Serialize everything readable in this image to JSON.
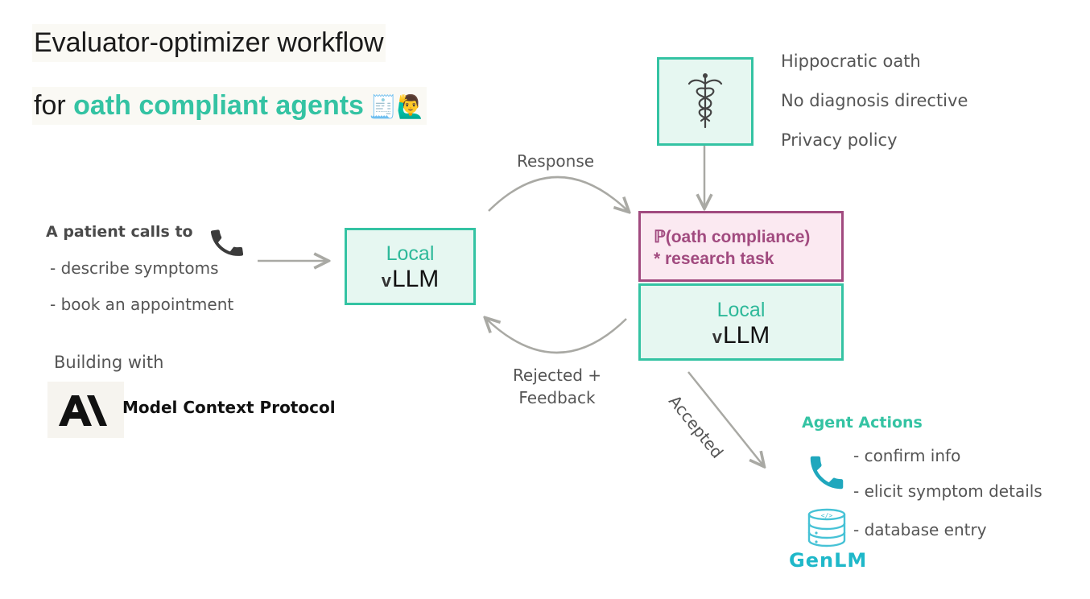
{
  "title": {
    "line1": "Evaluator-optimizer workflow",
    "line2_prefix": "for ",
    "line2_accent": "oath compliant agents",
    "line2_emoji": "🧾🙋‍♂️"
  },
  "patient": {
    "heading": "A patient calls to",
    "items": [
      "- describe symptoms",
      "- book an appointment"
    ]
  },
  "building": {
    "label": "Building with",
    "mcp_label": "Model Context Protocol"
  },
  "local_box_1": {
    "line1": "Local",
    "v_glyph": "v",
    "line2": "LLM"
  },
  "local_box_2": {
    "line1": "Local",
    "v_glyph": "v",
    "line2": "LLM"
  },
  "compliance": {
    "line1": "ℙ(oath compliance)",
    "line2": "* research task"
  },
  "policies": [
    "Hippocratic oath",
    "No diagnosis directive",
    "Privacy policy"
  ],
  "edges": {
    "response": "Response",
    "rejected_line1": "Rejected +",
    "rejected_line2": "Feedback",
    "accepted": "Accepted"
  },
  "agent_actions": {
    "title": "Agent Actions",
    "items": [
      "- confirm info",
      "- elicit symptom details",
      "- database entry"
    ],
    "brand": "GenLM"
  },
  "colors": {
    "teal": "#34c3a3",
    "teal_fill": "#e6f7f1",
    "magenta": "#a14a7f",
    "magenta_fill": "#fbe9f1",
    "arrow_gray": "#a9a9a4",
    "phone_teal": "#1fa7bd",
    "genlm": "#1fb8c9"
  },
  "icons": [
    "phone-icon",
    "caduceus-icon",
    "anthropic-logo",
    "phone-icon",
    "database-icon"
  ]
}
